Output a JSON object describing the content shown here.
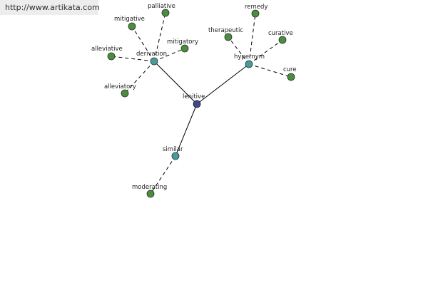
{
  "watermark": "http://www.artikata.com",
  "graph": {
    "center": {
      "label": "lenitive"
    },
    "relations": {
      "derivation": {
        "label": "derivation"
      },
      "hypernym": {
        "label": "hypernym"
      },
      "similar": {
        "label": "similar"
      }
    },
    "terms": {
      "palliative": "palliative",
      "mitigative": "mitigative",
      "alleviative": "alleviative",
      "mitigatory": "mitigatory",
      "alleviatory": "alleviatory",
      "remedy": "remedy",
      "therapeutic": "therapeutic",
      "curative": "curative",
      "cure": "cure",
      "moderating": "moderating"
    },
    "colors": {
      "center": "#3c4a8a",
      "relation": "#4a9a9a",
      "term": "#4f8a45",
      "edge": "#000000"
    }
  }
}
